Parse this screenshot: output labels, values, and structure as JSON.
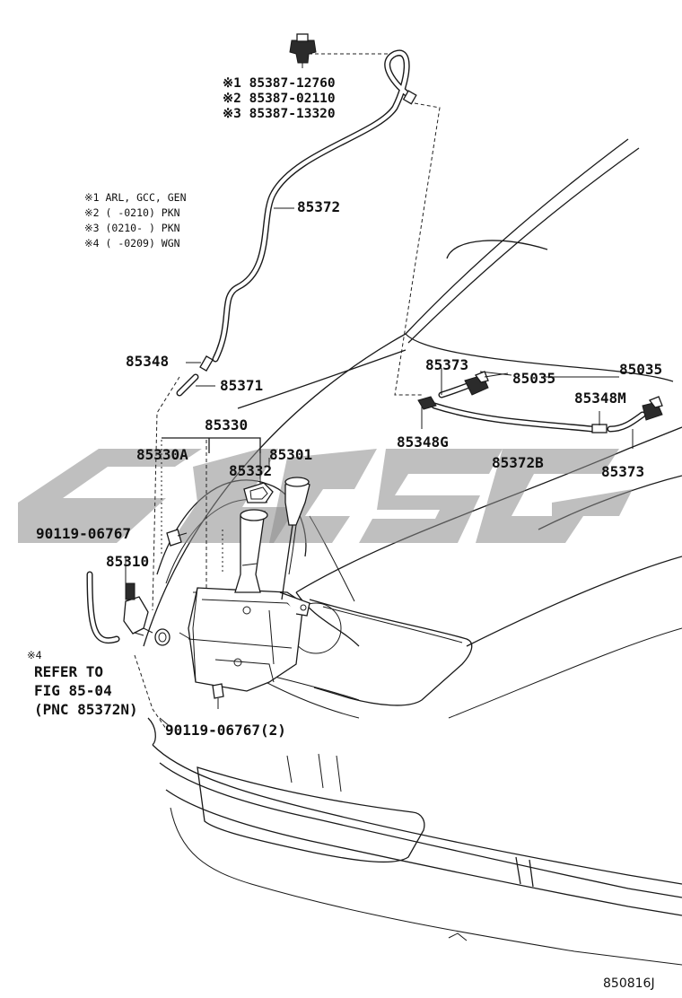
{
  "nozzle_block": [
    "※1 85387-12760",
    "※2 85387-02110",
    "※3 85387-13320"
  ],
  "notes": [
    "※1 ARL, GCC, GEN",
    "※2 (     -0210) PKN",
    "※3 (0210-      ) PKN",
    "※4 (     -0209) WGN"
  ],
  "parts": {
    "p85372": "85372",
    "p85348": "85348",
    "p85371": "85371",
    "p85330": "85330",
    "p85330A": "85330A",
    "p85301": "85301",
    "p85332": "85332",
    "p90119a": "90119-06767",
    "p85310": "85310",
    "p90119b": "90119-06767(2)",
    "p85373a": "85373",
    "p85035a": "85035",
    "p85035b": "85035",
    "p85348M": "85348M",
    "p85348G": "85348G",
    "p85372B": "85372B",
    "p85373b": "85373"
  },
  "refer": {
    "mark": "※4",
    "line1": "REFER TO",
    "line2": "FIG 85-04",
    "line3": "(PNC 85372N)"
  },
  "figure_code": "850816J"
}
